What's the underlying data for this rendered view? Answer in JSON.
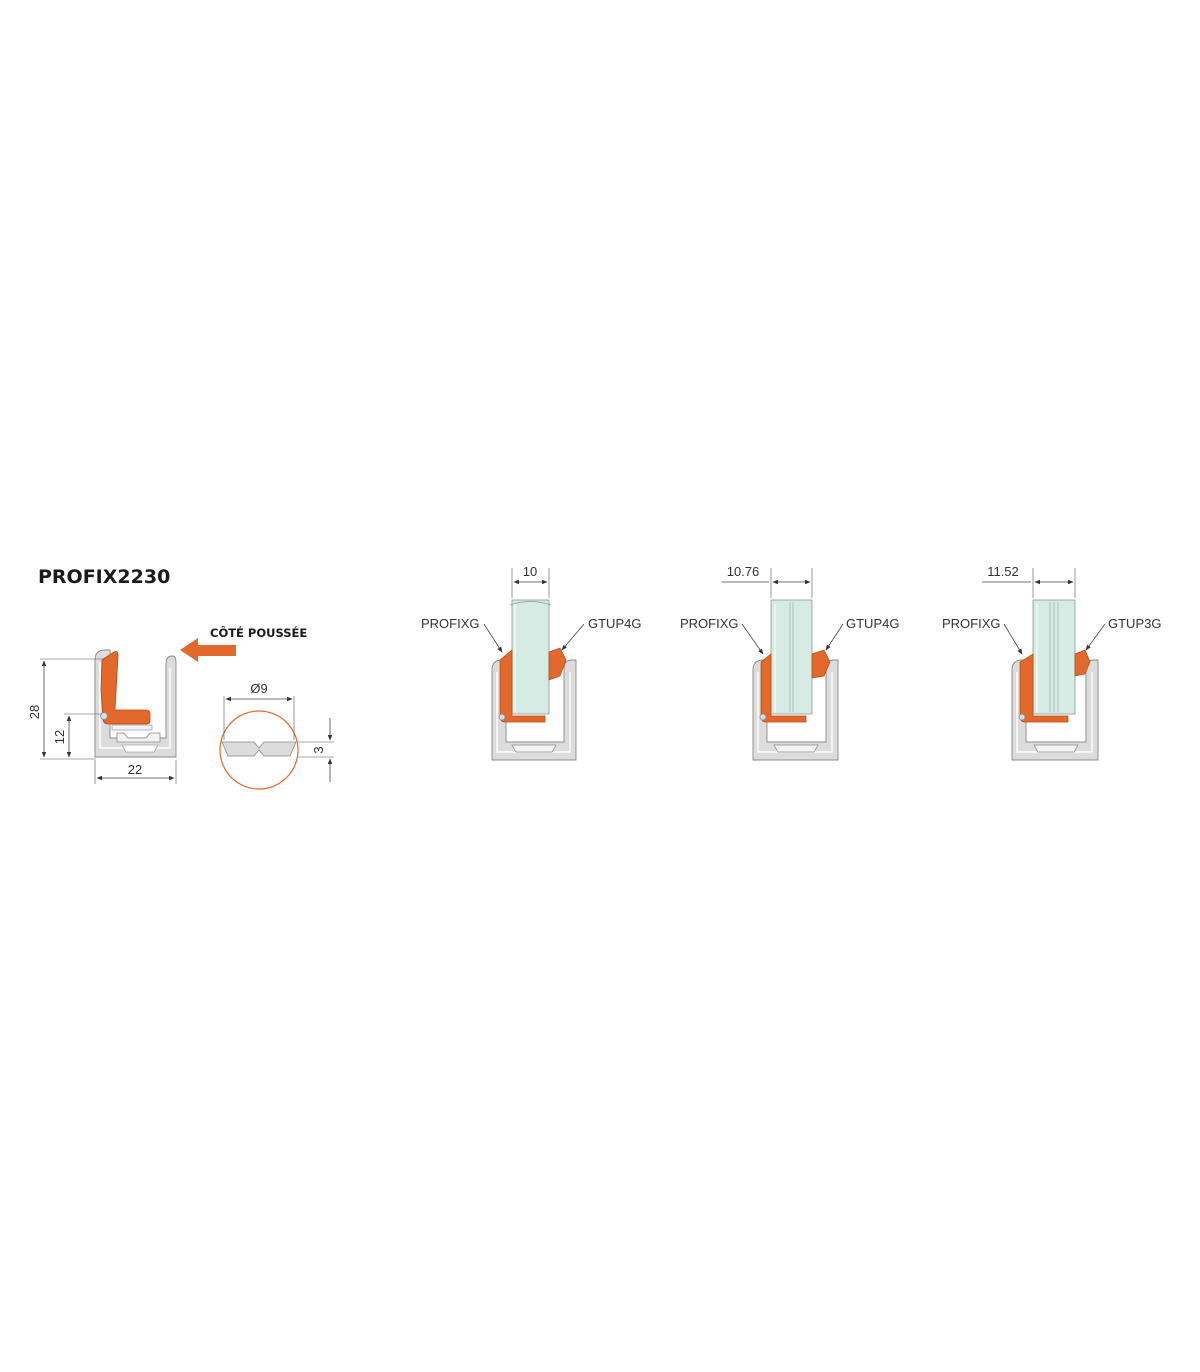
{
  "title": "PROFIX2230",
  "push_label": "CÔTÉ POUSSÉE",
  "profile_dimensions": {
    "height": "28",
    "inner_height": "12",
    "width": "22"
  },
  "gasket_dimensions": {
    "diameter": "Ø9",
    "height": "3"
  },
  "assemblies": [
    {
      "glass_thickness": "10",
      "left_part": "PROFIXG",
      "right_part": "GTUP4G"
    },
    {
      "glass_thickness": "10.76",
      "left_part": "PROFIXG",
      "right_part": "GTUP4G"
    },
    {
      "glass_thickness": "11.52",
      "left_part": "PROFIXG",
      "right_part": "GTUP3G"
    }
  ],
  "colors": {
    "gasket": "#e2692b",
    "profile": "#dcdcdc",
    "glass": "#d6ebe4",
    "gasket_circle": "#e2692b"
  }
}
